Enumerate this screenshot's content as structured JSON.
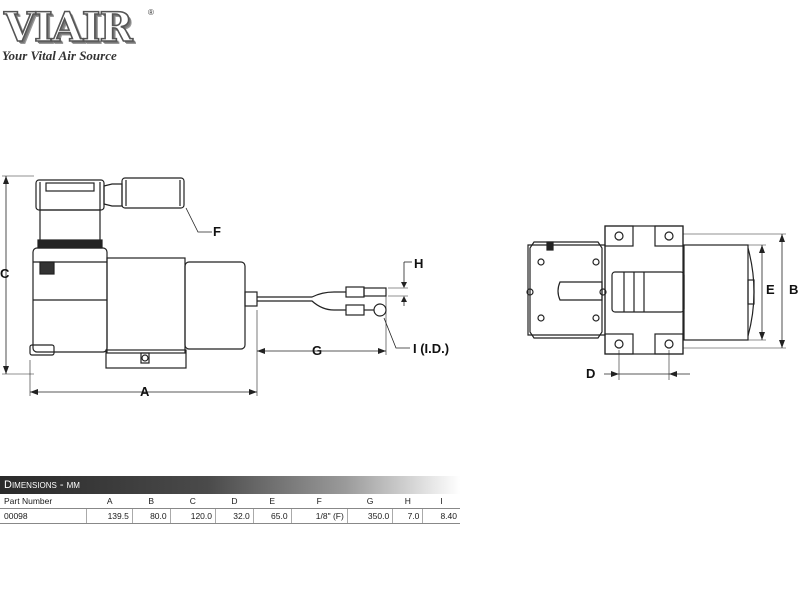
{
  "brand": {
    "name": "VIAIR",
    "registered_mark": "®",
    "tagline": "Your Vital Air Source"
  },
  "diagram": {
    "labels": {
      "A": "A",
      "B": "B",
      "C": "C",
      "D": "D",
      "E": "E",
      "F": "F",
      "G": "G",
      "H": "H",
      "I": "I (I.D.)"
    }
  },
  "table": {
    "title": "Dimensions - mm",
    "columns": [
      "Part Number",
      "A",
      "B",
      "C",
      "D",
      "E",
      "F",
      "G",
      "H",
      "I"
    ],
    "rows": [
      [
        "00098",
        "139.5",
        "80.0",
        "120.0",
        "32.0",
        "65.0",
        "1/8\" (F)",
        "350.0",
        "7.0",
        "8.40"
      ]
    ]
  }
}
